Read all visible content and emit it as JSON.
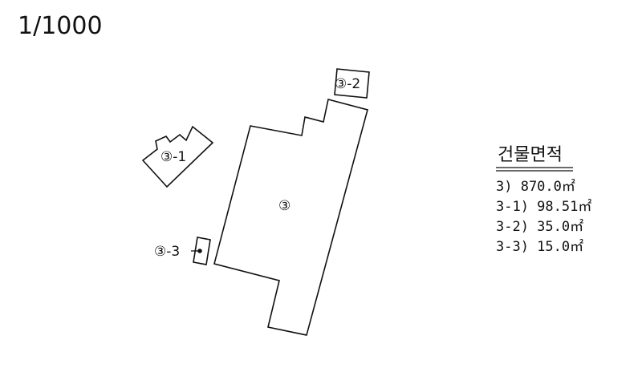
{
  "scale": "1/1000",
  "buildings": {
    "main": "③",
    "b1": "③-1",
    "b2": "③-2",
    "b3": "③-3"
  },
  "legend": {
    "title": "건물면적",
    "rows": [
      "3) 870.0㎡",
      "3-1) 98.51㎡",
      "3-2) 35.0㎡",
      "3-3) 15.0㎡"
    ]
  }
}
